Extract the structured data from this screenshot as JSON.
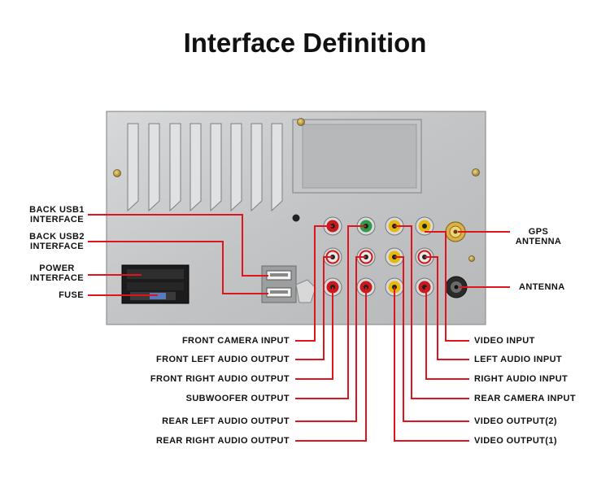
{
  "title": "Interface Definition",
  "colors": {
    "leader_line": "#e0141c",
    "panel": "#c9cbcd",
    "rca_red": "#c8191c",
    "rca_white": "#e8e8e8",
    "rca_yellow": "#e5b80b",
    "rca_green": "#2f9a4a"
  },
  "left_labels": {
    "back_usb1": [
      "BACK USB1",
      "INTERFACE"
    ],
    "back_usb2": [
      "BACK USB2",
      "INTERFACE"
    ],
    "power": [
      "POWER",
      "INTERFACE"
    ],
    "fuse": "FUSE"
  },
  "right_labels": {
    "gps": [
      "GPS",
      "ANTENNA"
    ],
    "antenna": "ANTENNA"
  },
  "bottom_left_labels": [
    "FRONT  CAMERA INPUT",
    "FRONT LEFT AUDIO OUTPUT",
    "FRONT RIGHT AUDIO OUTPUT",
    "SUBWOOFER OUTPUT",
    "REAR LEFT AUDIO OUTPUT",
    "REAR RIGHT AUDIO OUTPUT"
  ],
  "bottom_right_labels": [
    "VIDEO INPUT",
    "LEFT AUDIO INPUT",
    "RIGHT AUDIO INPUT",
    "REAR CAMERA INPUT",
    "VIDEO OUTPUT(2)",
    "VIDEO OUTPUT(1)"
  ]
}
